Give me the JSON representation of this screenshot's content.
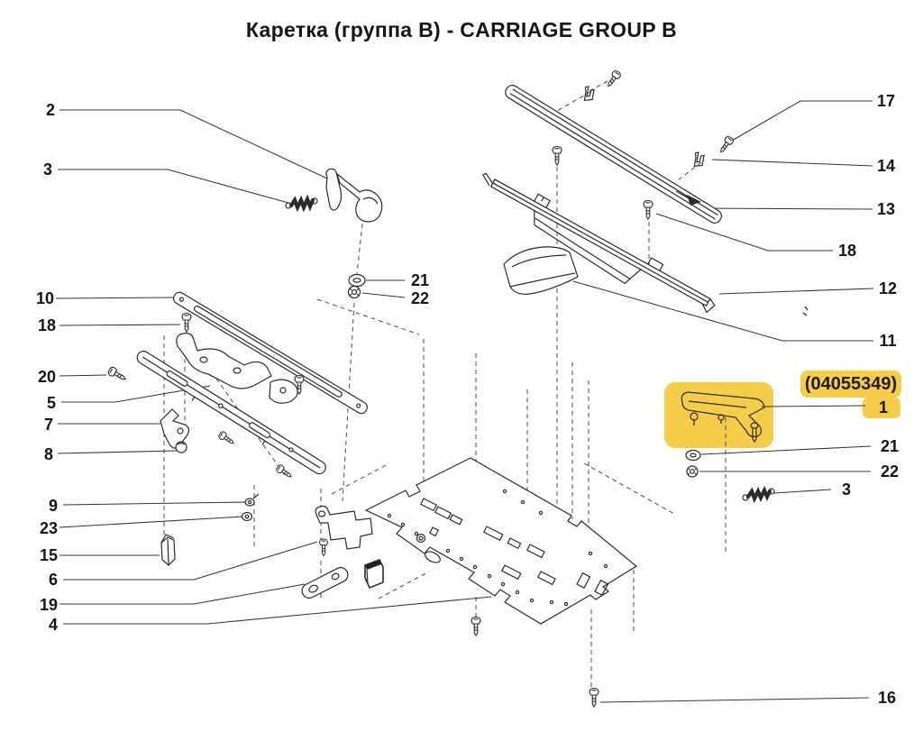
{
  "title": {
    "text": "Каретка (группа B) - CARRIAGE GROUP B"
  },
  "highlight": {
    "part_number": "(04055349)",
    "linked_callout": "1",
    "color": "#f6cd49"
  },
  "callouts": [
    {
      "id": "2-left",
      "label": "2"
    },
    {
      "id": "3-left",
      "label": "3"
    },
    {
      "id": "10-left",
      "label": "10"
    },
    {
      "id": "18-left",
      "label": "18"
    },
    {
      "id": "20-left",
      "label": "20"
    },
    {
      "id": "5-left",
      "label": "5"
    },
    {
      "id": "7-left",
      "label": "7"
    },
    {
      "id": "8-left",
      "label": "8"
    },
    {
      "id": "9-left",
      "label": "9"
    },
    {
      "id": "23-left",
      "label": "23"
    },
    {
      "id": "15-left",
      "label": "15"
    },
    {
      "id": "6-left",
      "label": "6"
    },
    {
      "id": "19-left",
      "label": "19"
    },
    {
      "id": "4-left",
      "label": "4"
    },
    {
      "id": "21-mid",
      "label": "21"
    },
    {
      "id": "22-mid",
      "label": "22"
    },
    {
      "id": "17-right",
      "label": "17"
    },
    {
      "id": "14-right",
      "label": "14"
    },
    {
      "id": "13-right",
      "label": "13"
    },
    {
      "id": "18-right",
      "label": "18"
    },
    {
      "id": "12-right",
      "label": "12"
    },
    {
      "id": "11-right",
      "label": "11"
    },
    {
      "id": "1-right",
      "label": "1"
    },
    {
      "id": "21-right",
      "label": "21"
    },
    {
      "id": "22-right",
      "label": "22"
    },
    {
      "id": "3-right",
      "label": "3"
    },
    {
      "id": "16-right",
      "label": "16"
    }
  ]
}
